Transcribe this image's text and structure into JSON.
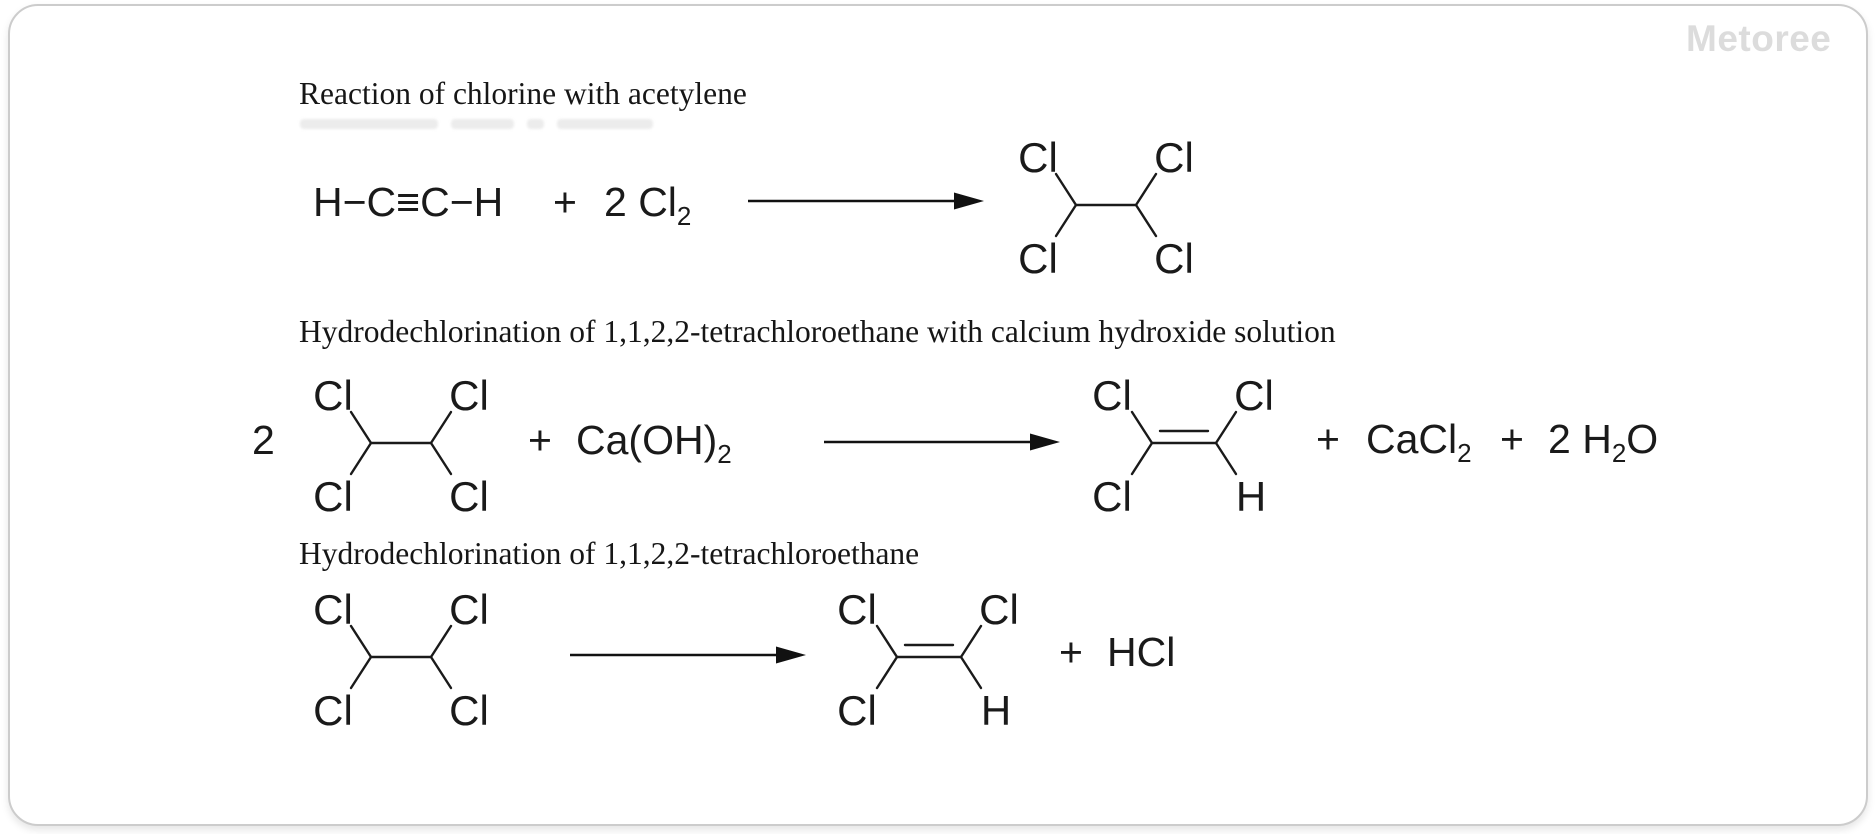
{
  "watermark": "Metoree",
  "atoms": {
    "cl": "Cl",
    "h": "H"
  },
  "reaction1": {
    "title": "Reaction of chlorine with acetylene",
    "acetylene": "H−C≡C−H",
    "plus": "+",
    "chlorine_pre": "2 Cl",
    "chlorine_sub": "2"
  },
  "reaction2": {
    "title": "Hydrodechlorination of 1,1,2,2-tetrachloroethane with calcium hydroxide solution",
    "coefficient": "2",
    "plus1": "+",
    "calcium_hydroxide_pre": "Ca(OH)",
    "calcium_hydroxide_sub": "2",
    "plus2": "+",
    "calcium_chloride_pre": "CaCl",
    "calcium_chloride_sub": "2",
    "plus3": "+",
    "water_pre": "2 H",
    "water_sub": "2",
    "water_post": "O"
  },
  "reaction3": {
    "title": "Hydrodechlorination of 1,1,2,2-tetrachloroethane",
    "plus": "+",
    "hydrogen_chloride": "HCl"
  }
}
